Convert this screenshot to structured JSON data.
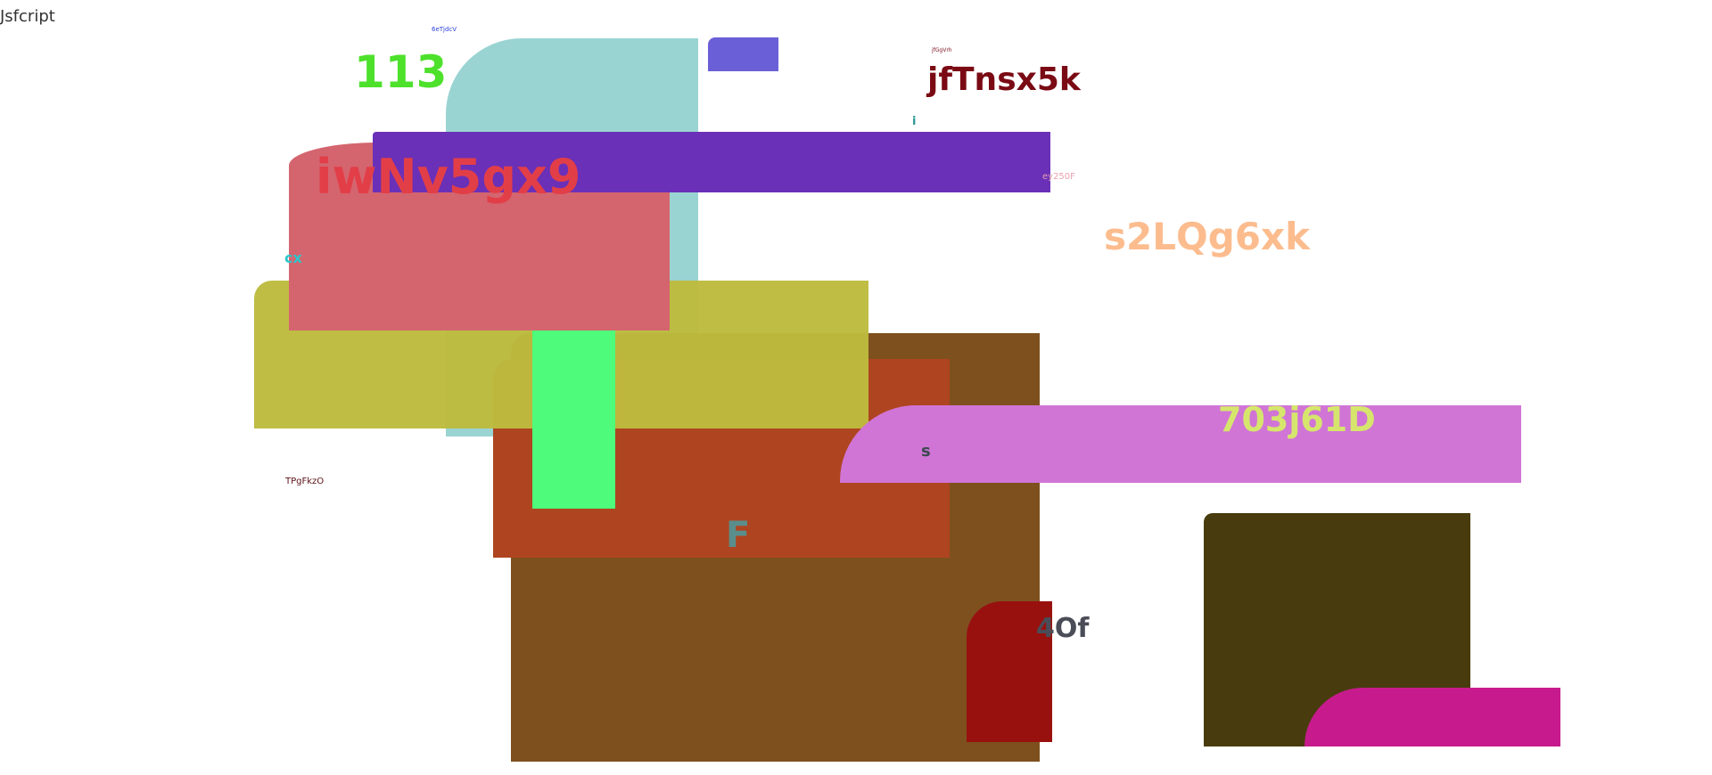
{
  "corner_text": "Jsfcript",
  "labels": {
    "l113": "113",
    "tiny_top": "6eTjdcV",
    "jfgvirh": "jfGgVrh",
    "jftnsx": "jfTnsx5k",
    "i": "i",
    "iwnv": "iwNv5gx9",
    "ey": "ey250F",
    "s2lq": "s2LQg6xk",
    "cx": "cx",
    "j703": "703j61D",
    "s": "s",
    "tpg": "TPgFkzO",
    "f": "F",
    "of": "4Of"
  },
  "colors": {
    "teal_block": "#9ad4d2",
    "blue_tab": "#6a5fd6",
    "purple_bar": "#6a30b8",
    "red_block": "#d4656e",
    "olive_block": "#bdbb3e",
    "brown_block": "#7e501e",
    "rust_block": "#ae4520",
    "green_block": "#4efb7a",
    "pink_bar": "#d075d6",
    "darkred_block": "#98110f",
    "darkolive_block": "#483c0e",
    "magenta_block": "#c71b8d"
  }
}
